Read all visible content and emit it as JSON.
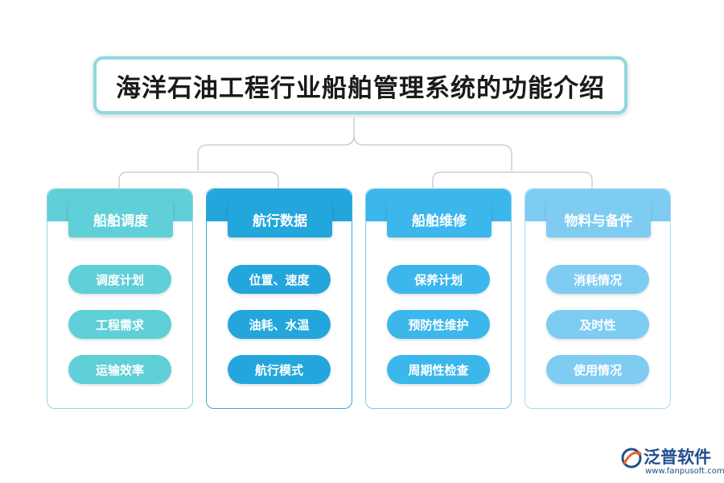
{
  "title": "海洋石油工程行业船舶管理系统的功能介绍",
  "colors": {
    "title_border": "#8ed9df",
    "connector": "#c8d0d6",
    "card1": "#5fcfd8",
    "card2": "#23a6dc",
    "card3": "#3cb7ec",
    "card4": "#7fccf3",
    "logo": "#1f4e8c"
  },
  "categories": [
    {
      "title": "船舶调度",
      "items": [
        "调度计划",
        "工程需求",
        "运输效率"
      ]
    },
    {
      "title": "航行数据",
      "items": [
        "位置、速度",
        "油耗、水温",
        "航行模式"
      ]
    },
    {
      "title": "船舶维修",
      "items": [
        "保养计划",
        "预防性维护",
        "周期性检查"
      ]
    },
    {
      "title": "物料与备件",
      "items": [
        "消耗情况",
        "及时性",
        "使用情况"
      ]
    }
  ],
  "logo": {
    "name": "泛普软件",
    "url": "www.fanpusoft.com",
    "icon": "fanpu-logo-icon"
  }
}
